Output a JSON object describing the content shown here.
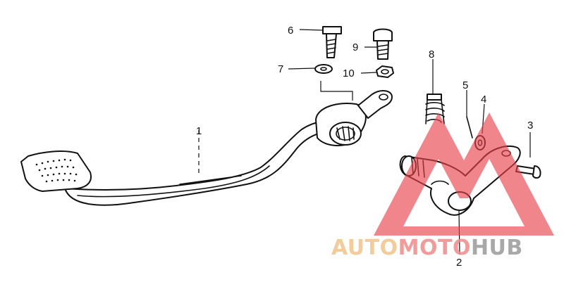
{
  "callouts": {
    "p1": "1",
    "p2": "2",
    "p3": "3",
    "p4": "4",
    "p5": "5",
    "p6": "6",
    "p7": "7",
    "p8": "8",
    "p9": "9",
    "p10": "10"
  },
  "watermark": {
    "part_a": "AUTO",
    "part_b": "MOTO",
    "part_c": "HUB",
    "color_a": "#f2c48a",
    "color_b": "#f08a8a",
    "color_c": "#9a9a9a",
    "triangle_color": "#e8414a"
  }
}
